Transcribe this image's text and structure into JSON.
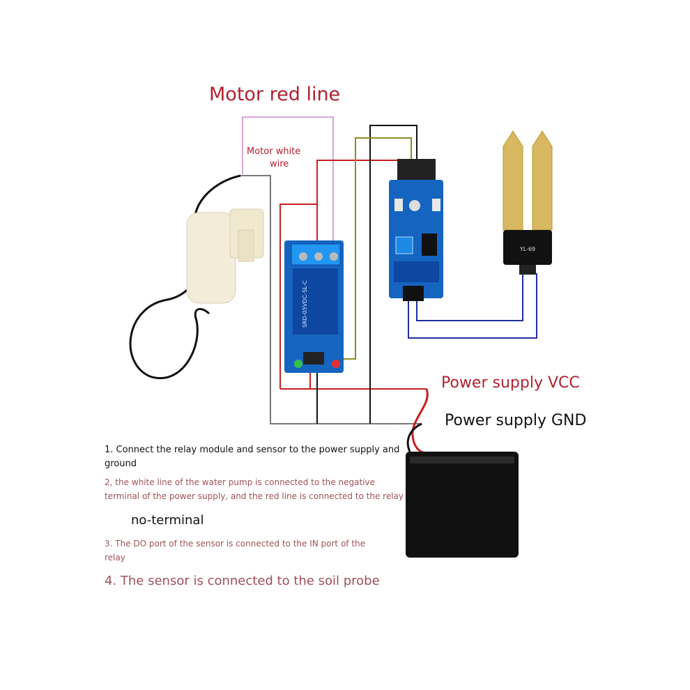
{
  "labels": {
    "motor_red_line": "Motor red line",
    "motor_white_wire_1": "Motor white",
    "motor_white_wire_2": "wire",
    "power_vcc": "Power supply VCC",
    "power_gnd": "Power supply GND"
  },
  "steps": {
    "s1_line1": "1. Connect the relay module and sensor to the power supply and",
    "s1_line2": "ground",
    "s2_line1": "2, the white line of the water pump is connected to the negative",
    "s2_line2": "terminal of the power supply, and the red line is connected to the relay",
    "s2_line3": "no-terminal",
    "s3_line1": "3. The DO port of the sensor is connected to the IN port of the",
    "s3_line2": "relay",
    "s4": "4. The sensor is connected to the soil probe"
  },
  "board_text": {
    "relay_model": "SRD-05VDC-SL-C",
    "probe_model": "YL-69"
  },
  "colors": {
    "red_text": "#b32030",
    "pale_red_text": "#a0505a",
    "black_text": "#111111",
    "wire_red": "#c81e1e",
    "wire_black": "#111111",
    "wire_grey": "#777777",
    "wire_pink": "#d8a6d8",
    "wire_olive": "#8c8c20",
    "wire_blue": "#1f2f9c",
    "board_blue": "#1565c0",
    "probe_gold": "#d8b860"
  },
  "icons": [
    "water-pump-icon",
    "relay-module-icon",
    "sensor-board-icon",
    "soil-probe-icon",
    "battery-box-icon"
  ]
}
